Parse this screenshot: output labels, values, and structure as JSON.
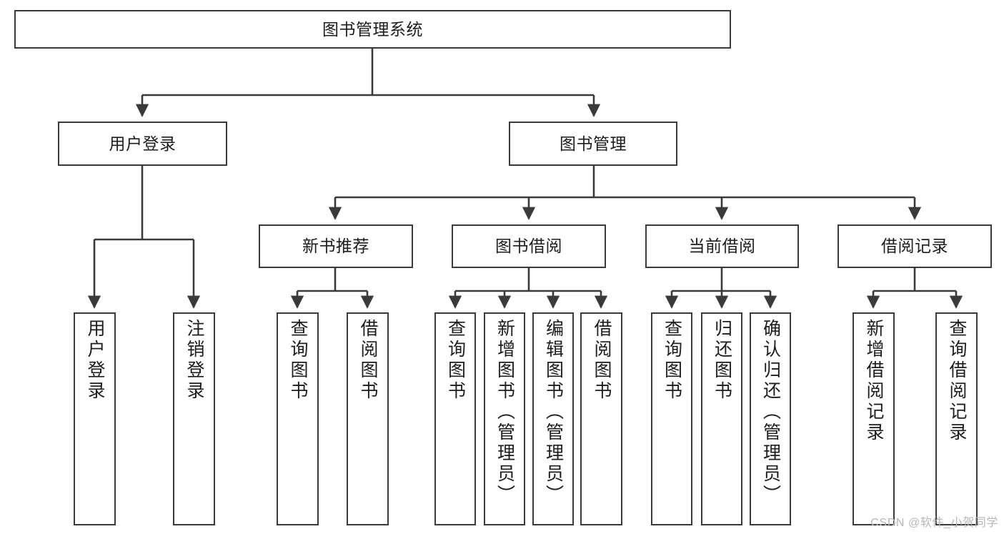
{
  "diagram": {
    "type": "tree",
    "title": "图书管理系统",
    "colors": {
      "stroke": "#3a3a3a",
      "fill": "#ffffff",
      "text": "#1d1d1d",
      "watermark": "#b7b7b7"
    },
    "root": {
      "label": "图书管理系统"
    },
    "level2": [
      {
        "label": "用户登录"
      },
      {
        "label": "图书管理"
      }
    ],
    "level3": [
      {
        "label": "新书推荐"
      },
      {
        "label": "图书借阅"
      },
      {
        "label": "当前借阅"
      },
      {
        "label": "借阅记录"
      }
    ],
    "leaves": {
      "user_login": [
        {
          "label": "用户登录"
        },
        {
          "label": "注销登录"
        }
      ],
      "new_book": [
        {
          "label": "查询图书"
        },
        {
          "label": "借阅图书"
        }
      ],
      "book_borrow": [
        {
          "label": "查询图书"
        },
        {
          "label": "新增图书（管理员）"
        },
        {
          "label": "编辑图书（管理员）"
        },
        {
          "label": "借阅图书"
        }
      ],
      "current_borrow": [
        {
          "label": "查询图书"
        },
        {
          "label": "归还图书"
        },
        {
          "label": "确认归还（管理员）"
        }
      ],
      "borrow_record": [
        {
          "label": "新增借阅记录"
        },
        {
          "label": "查询借阅记录"
        }
      ]
    },
    "watermark": "CSDN @软件_小贺同学"
  }
}
